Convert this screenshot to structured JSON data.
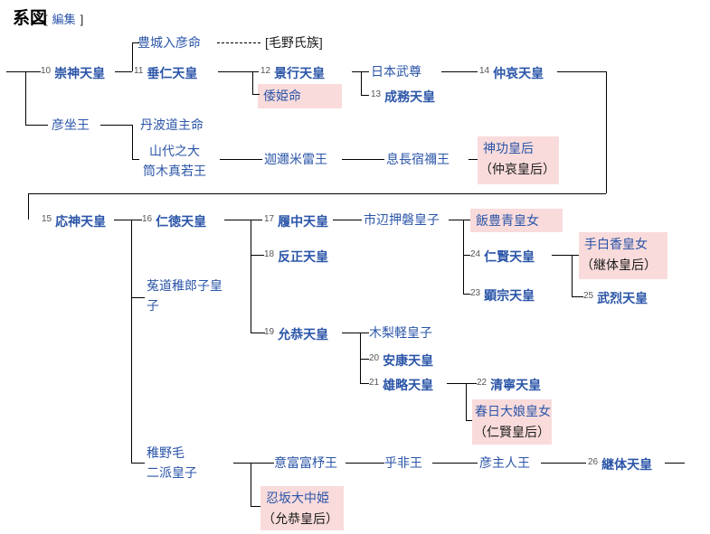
{
  "header": {
    "title": "系図",
    "edit": {
      "open": "[",
      "label": "編集",
      "close": "]"
    }
  },
  "clan_note": "[毛野氏族]",
  "colors": {
    "link_blue": "#2b55a8",
    "highlight_pink": "#f9dbdb",
    "line_black": "#000000",
    "text_black": "#1b1b1b"
  },
  "people": {
    "sujin": {
      "num": "10",
      "label": "崇神天皇"
    },
    "suinin": {
      "num": "11",
      "label": "垂仁天皇"
    },
    "keiko": {
      "num": "12",
      "label": "景行天皇"
    },
    "seimu": {
      "num": "13",
      "label": "成務天皇"
    },
    "chuai": {
      "num": "14",
      "label": "仲哀天皇"
    },
    "ojin": {
      "num": "15",
      "label": "応神天皇"
    },
    "nintoku": {
      "num": "16",
      "label": "仁徳天皇"
    },
    "richu": {
      "num": "17",
      "label": "履中天皇"
    },
    "hanzei": {
      "num": "18",
      "label": "反正天皇"
    },
    "ingyo": {
      "num": "19",
      "label": "允恭天皇"
    },
    "anko": {
      "num": "20",
      "label": "安康天皇"
    },
    "yuryaku": {
      "num": "21",
      "label": "雄略天皇"
    },
    "seinei": {
      "num": "22",
      "label": "清寧天皇"
    },
    "kenzo": {
      "num": "23",
      "label": "顕宗天皇"
    },
    "ninken": {
      "num": "24",
      "label": "仁賢天皇"
    },
    "buretsu": {
      "num": "25",
      "label": "武烈天皇"
    },
    "keitai": {
      "num": "26",
      "label": "継体天皇"
    },
    "toyoki": {
      "label": "豊城入彦命"
    },
    "hikoimasu": {
      "label": "彦坐王"
    },
    "tanba": {
      "label": "丹波道主命"
    },
    "yamashiro": {
      "line1": "山代之大",
      "line2": "筒木真若王"
    },
    "kanime": {
      "label": "迦邇米雷王"
    },
    "okinaga": {
      "label": "息長宿禰王"
    },
    "yamatotakeru": {
      "label": "日本武尊"
    },
    "yamatohime": {
      "label": "倭姫命"
    },
    "jingu": {
      "label": "神功皇后",
      "caption": "（仲哀皇后）"
    },
    "ichinobe": {
      "label": "市辺押磐皇子"
    },
    "uji": {
      "line1": "菟道稚郎子皇",
      "line2": "子"
    },
    "iitoyo": {
      "label": "飯豊青皇女"
    },
    "tashiraka": {
      "label": "手白香皇女",
      "caption": "（継体皇后）"
    },
    "kinashi": {
      "label": "木梨軽皇子"
    },
    "kasuga": {
      "label": "春日大娘皇女",
      "caption": "（仁賢皇后）"
    },
    "wakanuke": {
      "line1": "稚野毛",
      "line2": "二派皇子"
    },
    "ofofodo": {
      "label": "意富富杼王"
    },
    "ohi": {
      "label": "乎非王"
    },
    "hikoushi": {
      "label": "彦主人王"
    },
    "oshisaka": {
      "label": "忍坂大中姫",
      "caption": "（允恭皇后）"
    }
  }
}
